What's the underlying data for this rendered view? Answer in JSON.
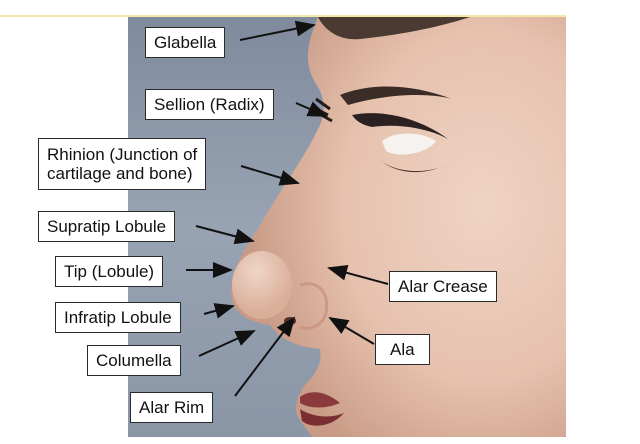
{
  "figure": {
    "labels": {
      "glabella": "Glabella",
      "sellion": "Sellion (Radix)",
      "rhinion_line1": "Rhinion (Junction of",
      "rhinion_line2": "cartilage and bone)",
      "supratip": "Supratip Lobule",
      "tip": "Tip (Lobule)",
      "infratip": "Infratip Lobule",
      "columella": "Columella",
      "alar_rim": "Alar Rim",
      "alar_crease": "Alar Crease",
      "ala": "Ala"
    },
    "colors": {
      "background_wall": "#8f9aaa",
      "skin": "#e9c7b5",
      "label_border": "#2a2a2a",
      "arrow": "#111111"
    }
  }
}
